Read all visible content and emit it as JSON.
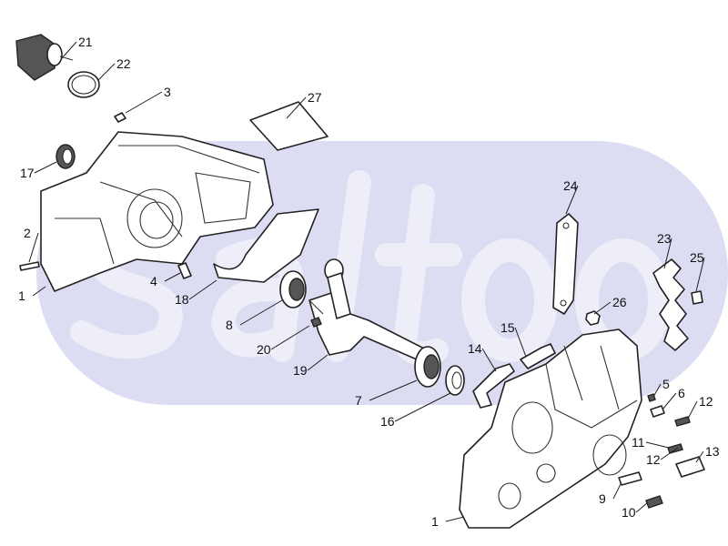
{
  "watermark": {
    "text": "saltoo",
    "bg_color": "#dcdcf2",
    "text_color": "#f4f4fb"
  },
  "callouts": [
    "21",
    "22",
    "3",
    "27",
    "17",
    "2",
    "1",
    "4",
    "18",
    "8",
    "20",
    "19",
    "7",
    "16",
    "14",
    "15",
    "24",
    "23",
    "25",
    "26",
    "5",
    "6",
    "12",
    "11",
    "12",
    "13",
    "9",
    "10",
    "1"
  ]
}
